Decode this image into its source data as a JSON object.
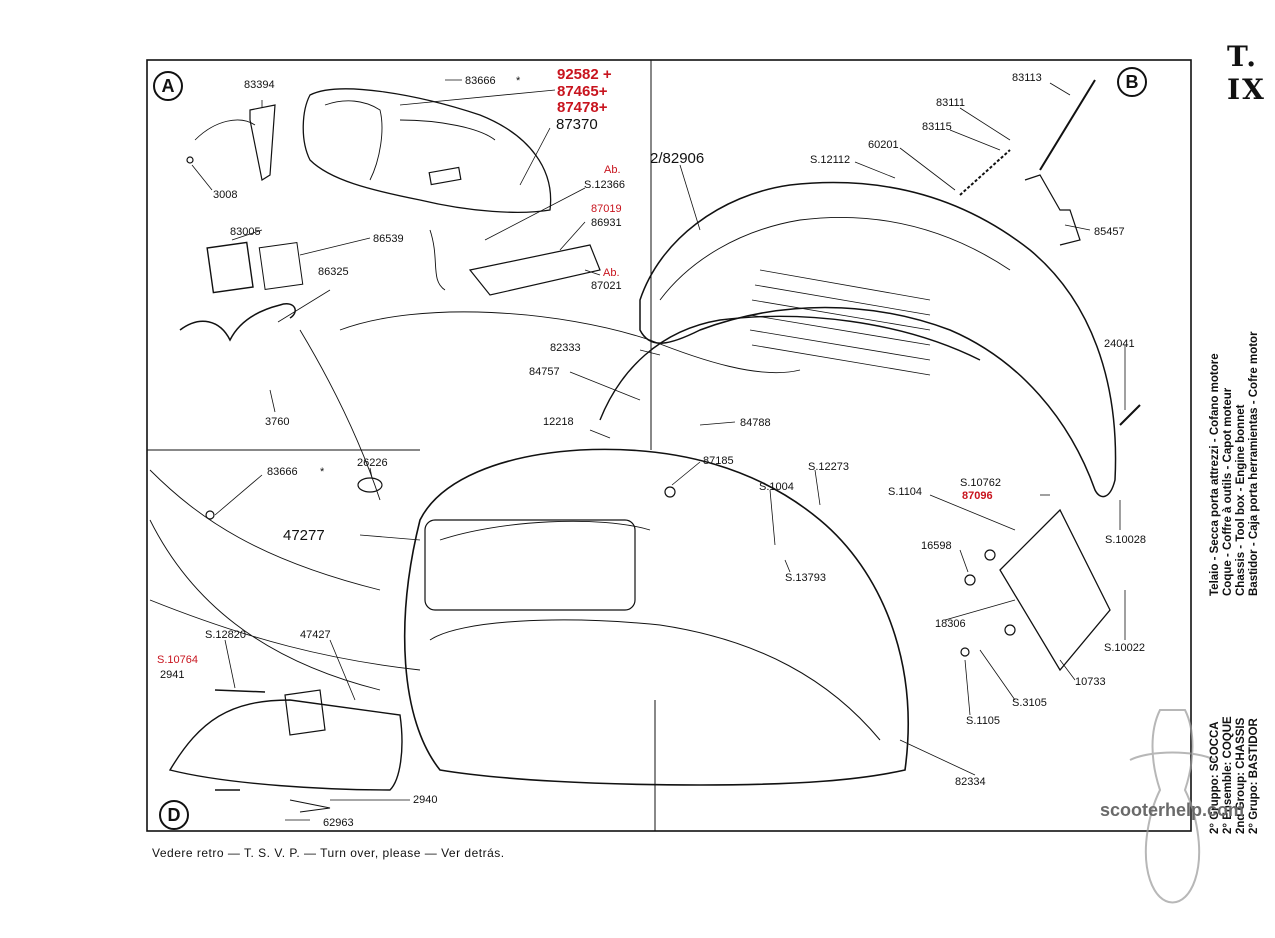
{
  "plate": "T. IX",
  "sections": {
    "a": "A",
    "b": "B",
    "d": "D"
  },
  "parts": {
    "p83394": "83394",
    "p83666a": "83666",
    "star1": "*",
    "p92582": "92582 +",
    "p87465": "87465+",
    "p87478": "87478+",
    "p87370": "87370",
    "p3008": "3008",
    "ab1": "Ab.",
    "s12366": "S.12366",
    "p87019": "87019",
    "p86931": "86931",
    "p83005": "83005",
    "p86539": "86539",
    "p86325": "86325",
    "ab2": "Ab.",
    "p87021": "87021",
    "p3760": "3760",
    "p2_82906": "2/82906",
    "s12112": "S.12112",
    "p60201": "60201",
    "p83111": "83111",
    "p83113": "83113",
    "p83115": "83115",
    "p85457": "85457",
    "p82333": "82333",
    "p84757": "84757",
    "p24041": "24041",
    "p12218": "12218",
    "p84788": "84788",
    "p83666b": "83666",
    "star2": "*",
    "p26226": "26226",
    "p87185": "87185",
    "s12273": "S.12273",
    "s1004": "S.1004",
    "s10762": "S.10762",
    "p87096": "87096",
    "s1104": "S.1104",
    "p47277": "47277",
    "s10028": "S.10028",
    "p16598": "16598",
    "s13793": "S.13793",
    "p18306": "18306",
    "s12820": "S.12820",
    "p47427": "47427",
    "s10764": "S.10764",
    "p2941": "2941",
    "s10022": "S.10022",
    "p10733": "10733",
    "s3105": "S.3105",
    "s1105": "S.1105",
    "p82334": "82334",
    "p2940": "2940",
    "p62963": "62963"
  },
  "footer": "Vedere retro — T. S. V. P. — Turn over, please — Ver detrás.",
  "sidebar": {
    "descriptions": [
      "Telaio - Secca porta attrezzi - Cofano motore",
      "Coque - Coffre à outils - Capot moteur",
      "Chassis - Tool box - Engine bonnet",
      "Bastidor - Caja porta herramientas - Cofre motor"
    ],
    "groups": [
      {
        "label": "2° Gruppo:",
        "name": "SCOCCA"
      },
      {
        "label": "2° Ensemble:",
        "name": "COQUE"
      },
      {
        "label": "2nd Group:",
        "name": "CHASSIS"
      },
      {
        "label": "2° Grupo:",
        "name": "BASTIDOR"
      }
    ]
  },
  "watermark": "scooterhelp.com",
  "colors": {
    "ink": "#111111",
    "red_label": "#c8141e",
    "paper": "#ffffff"
  }
}
